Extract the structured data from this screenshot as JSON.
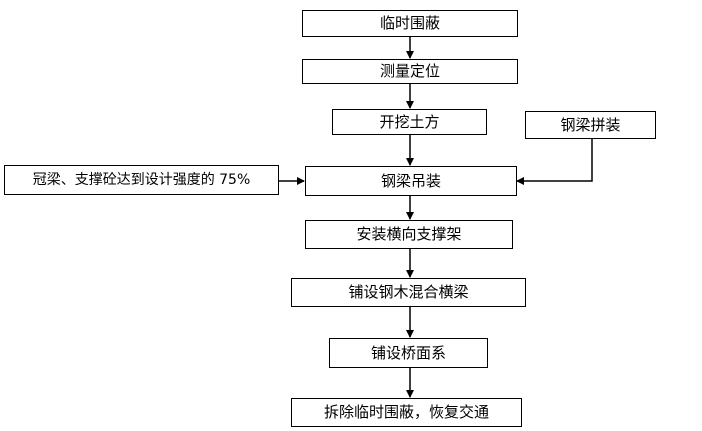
{
  "steps": [
    "临时围蔽",
    "测量定位",
    "开挖土方",
    "钢梁吊装",
    "安装横向支撑架",
    "铺设钢木混合横梁",
    "铺设桥面系",
    "拆除临时围蔽，恢复交通"
  ],
  "side_inputs": {
    "right": "钢梁拼装",
    "left": "冠梁、支撑砼达到设计强度的 75%"
  }
}
